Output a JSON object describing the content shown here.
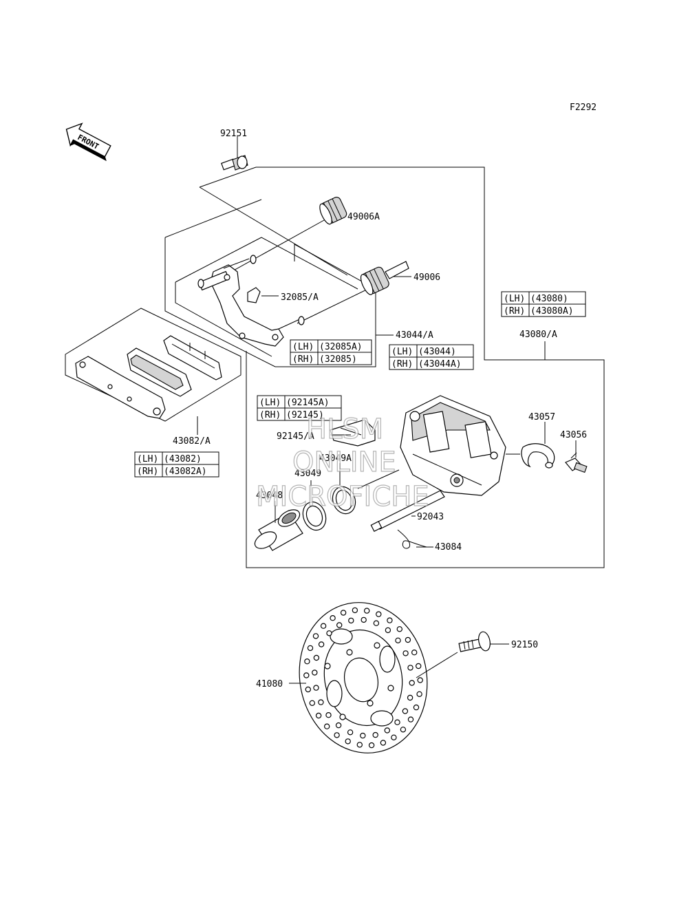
{
  "figure_code": "F2292",
  "direction_label": "FRONT",
  "watermark": {
    "line1": "HLSM",
    "line2": "ONLINE",
    "line3": "MICROFICHE"
  },
  "callouts": {
    "p92151": "92151",
    "p49006A": "49006A",
    "p49006": "49006",
    "p32085A": "32085/A",
    "p43044A": "43044/A",
    "p43080A": "43080/A",
    "p43082A": "43082/A",
    "p43057": "43057",
    "p43056": "43056",
    "p92145A": "92145/A",
    "p43049A": "43049A",
    "p43049": "43049",
    "p43048": "43048",
    "p92043": "92043",
    "p43084": "43084",
    "p92150": "92150",
    "p41080": "41080"
  },
  "side_tables": {
    "t32085": {
      "lh": "(LH)",
      "lh_part": "(32085A)",
      "rh": "(RH)",
      "rh_part": "(32085)"
    },
    "t43044": {
      "lh": "(LH)",
      "lh_part": "(43044)",
      "rh": "(RH)",
      "rh_part": "(43044A)"
    },
    "t43080": {
      "lh": "(LH)",
      "lh_part": "(43080)",
      "rh": "(RH)",
      "rh_part": "(43080A)"
    },
    "t92145": {
      "lh": "(LH)",
      "lh_part": "(92145A)",
      "rh": "(RH)",
      "rh_part": "(92145)"
    },
    "t43082": {
      "lh": "(LH)",
      "lh_part": "(43082)",
      "rh": "(RH)",
      "rh_part": "(43082A)"
    }
  }
}
